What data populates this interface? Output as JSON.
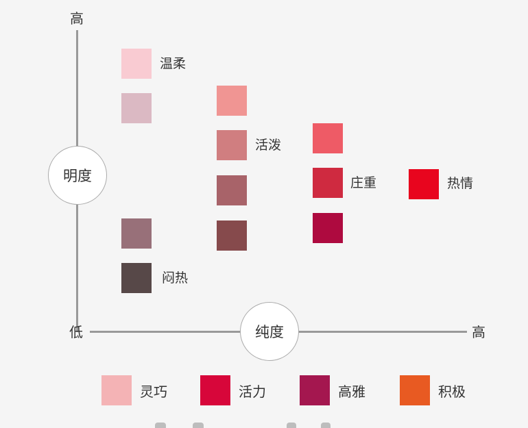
{
  "axes": {
    "y_top": "高",
    "x_left": "低",
    "x_right": "高",
    "y_name": "明度",
    "x_name": "纯度"
  },
  "colors": {
    "axis_line": "#999999",
    "background": "#f5f5f5"
  },
  "swatches": [
    {
      "name": "swatch-col1-1",
      "color": "#f9cbd2",
      "label": "温柔"
    },
    {
      "name": "swatch-col1-2",
      "color": "#dbb9c3",
      "label": ""
    },
    {
      "name": "swatch-col1-3",
      "color": "#987079",
      "label": ""
    },
    {
      "name": "swatch-col1-4",
      "color": "#574848",
      "label": "闷热"
    },
    {
      "name": "swatch-col2-1",
      "color": "#f09593",
      "label": ""
    },
    {
      "name": "swatch-col2-2",
      "color": "#d07e80",
      "label": "活泼"
    },
    {
      "name": "swatch-col2-3",
      "color": "#a86369",
      "label": ""
    },
    {
      "name": "swatch-col2-4",
      "color": "#864a4c",
      "label": ""
    },
    {
      "name": "swatch-col3-1",
      "color": "#ee5b66",
      "label": ""
    },
    {
      "name": "swatch-col3-2",
      "color": "#cf2a40",
      "label": "庄重"
    },
    {
      "name": "swatch-col3-3",
      "color": "#ae0a3f",
      "label": ""
    },
    {
      "name": "swatch-col4-1",
      "color": "#e8051e",
      "label": "热情"
    }
  ],
  "legend": [
    {
      "color": "#f4b3b5",
      "label": "灵巧"
    },
    {
      "color": "#d7063a",
      "label": "活力"
    },
    {
      "color": "#a4174f",
      "label": "高雅"
    },
    {
      "color": "#e85a22",
      "label": "积极"
    }
  ]
}
